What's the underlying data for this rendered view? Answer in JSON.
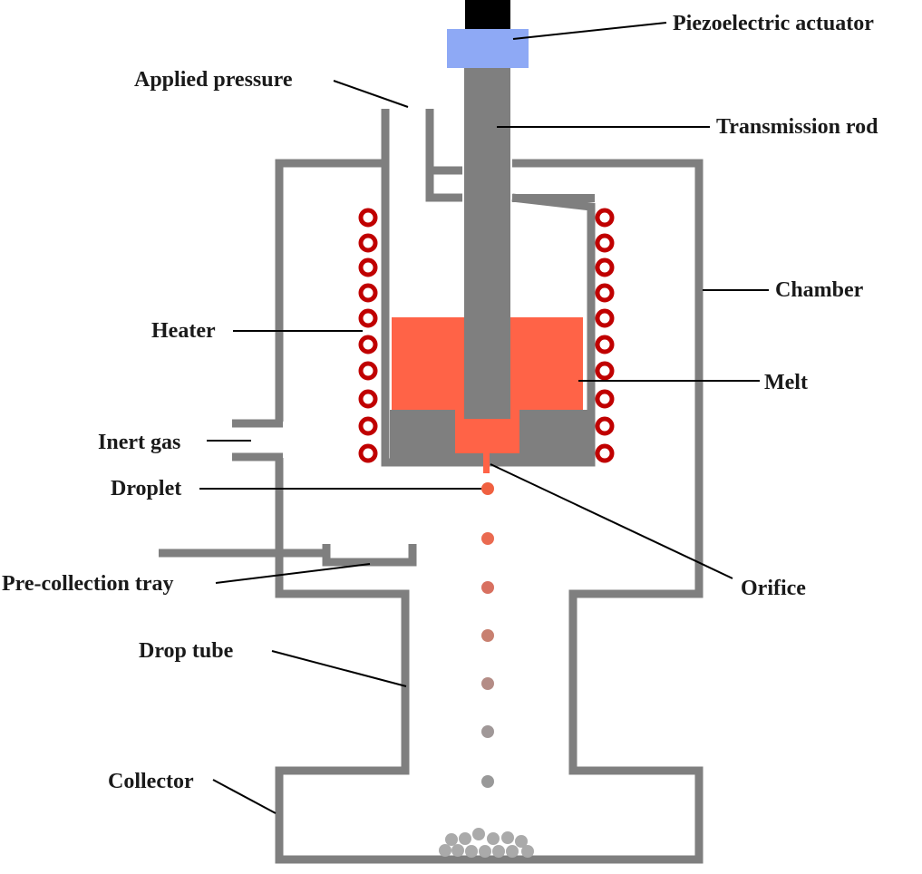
{
  "labels": {
    "piezoelectric_actuator": "Piezoelectric actuator",
    "applied_pressure": "Applied pressure",
    "transmission_rod": "Transmission rod",
    "chamber": "Chamber",
    "heater": "Heater",
    "melt": "Melt",
    "inert_gas": "Inert gas",
    "droplet": "Droplet",
    "orifice": "Orifice",
    "pre_collection_tray": "Pre-collection tray",
    "drop_tube": "Drop tube",
    "collector": "Collector"
  },
  "colors": {
    "wall": "#7f7f7f",
    "rod": "#7f7f7f",
    "actuator_cap": "#000000",
    "actuator": "#8ea9f5",
    "melt": "#ff6347",
    "heater_coil": "#c00000",
    "droplets": [
      "#f06040",
      "#ea6a50",
      "#d87060",
      "#c88070",
      "#b48c86",
      "#a09898",
      "#999999"
    ],
    "collected_particles": "#aaaaaa"
  },
  "heater_coil_count": 10,
  "droplet_count": 7
}
